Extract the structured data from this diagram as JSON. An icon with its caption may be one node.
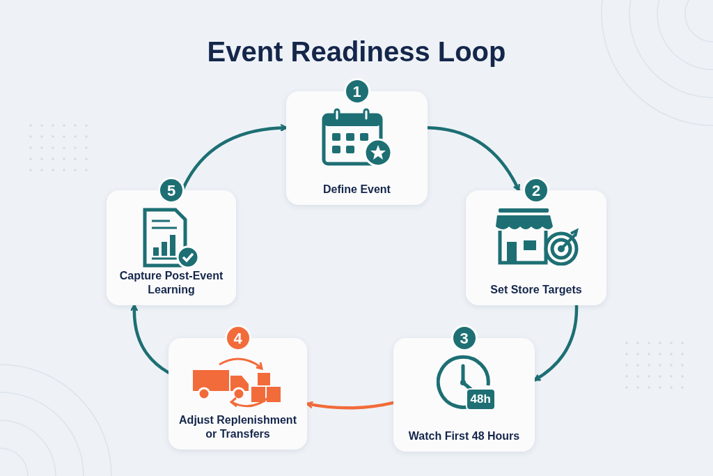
{
  "diagram": {
    "title": "Event Readiness Loop",
    "nodes": [
      {
        "text": [
          "1",
          "Define Event"
        ]
      },
      {
        "text": [
          "2",
          "Set Store Targets"
        ]
      },
      {
        "text": [
          "3",
          "Watch First 48 Hours"
        ]
      },
      {
        "text": [
          "4",
          "Adjust Replenishment or Transfers"
        ]
      },
      {
        "text": [
          "5",
          "Capture Post-Event Learning"
        ]
      }
    ],
    "edges": [
      {
        "from": 0,
        "to": 1,
        "arrow": "to"
      },
      {
        "from": 1,
        "to": 2,
        "arrow": "to"
      },
      {
        "from": 2,
        "to": 3,
        "arrow": "to",
        "color": "#f26b3a"
      },
      {
        "from": 3,
        "to": 4,
        "arrow": "to"
      },
      {
        "from": 4,
        "to": 0,
        "arrow": "to"
      }
    ],
    "labels": [
      "48h"
    ]
  }
}
